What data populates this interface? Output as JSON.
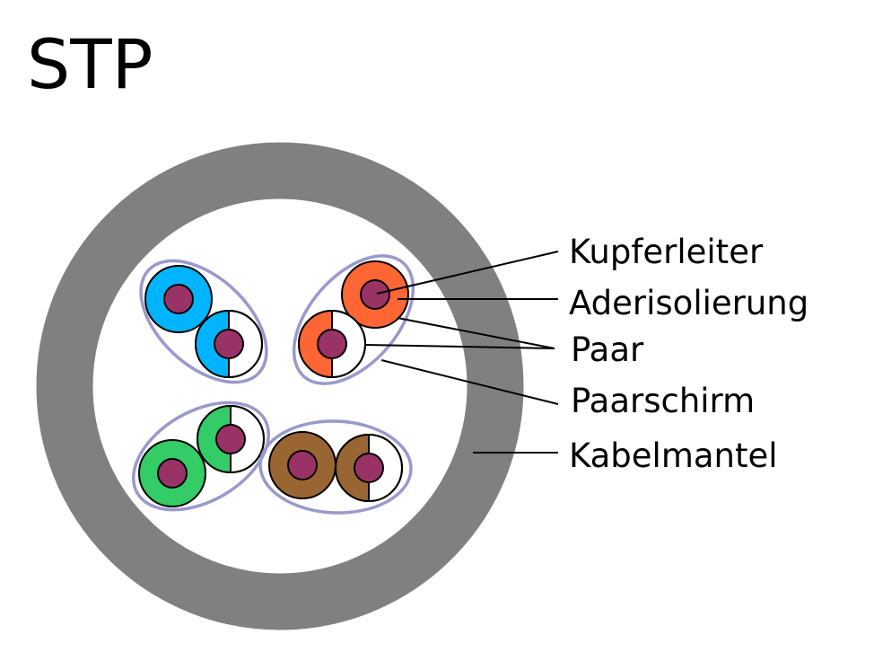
{
  "title": "STP",
  "labels": {
    "conductor": "Kupferleiter",
    "insulation": "Aderisolierung",
    "pair": "Paar",
    "pair_shield": "Paarschirm",
    "jacket": "Kabelmantel"
  },
  "colors": {
    "jacket": "#808080",
    "shield": "#9999cc",
    "core": "#993366",
    "blue": "#00b4ff",
    "orange": "#ff6633",
    "green": "#33cc66",
    "brown": "#996633"
  }
}
